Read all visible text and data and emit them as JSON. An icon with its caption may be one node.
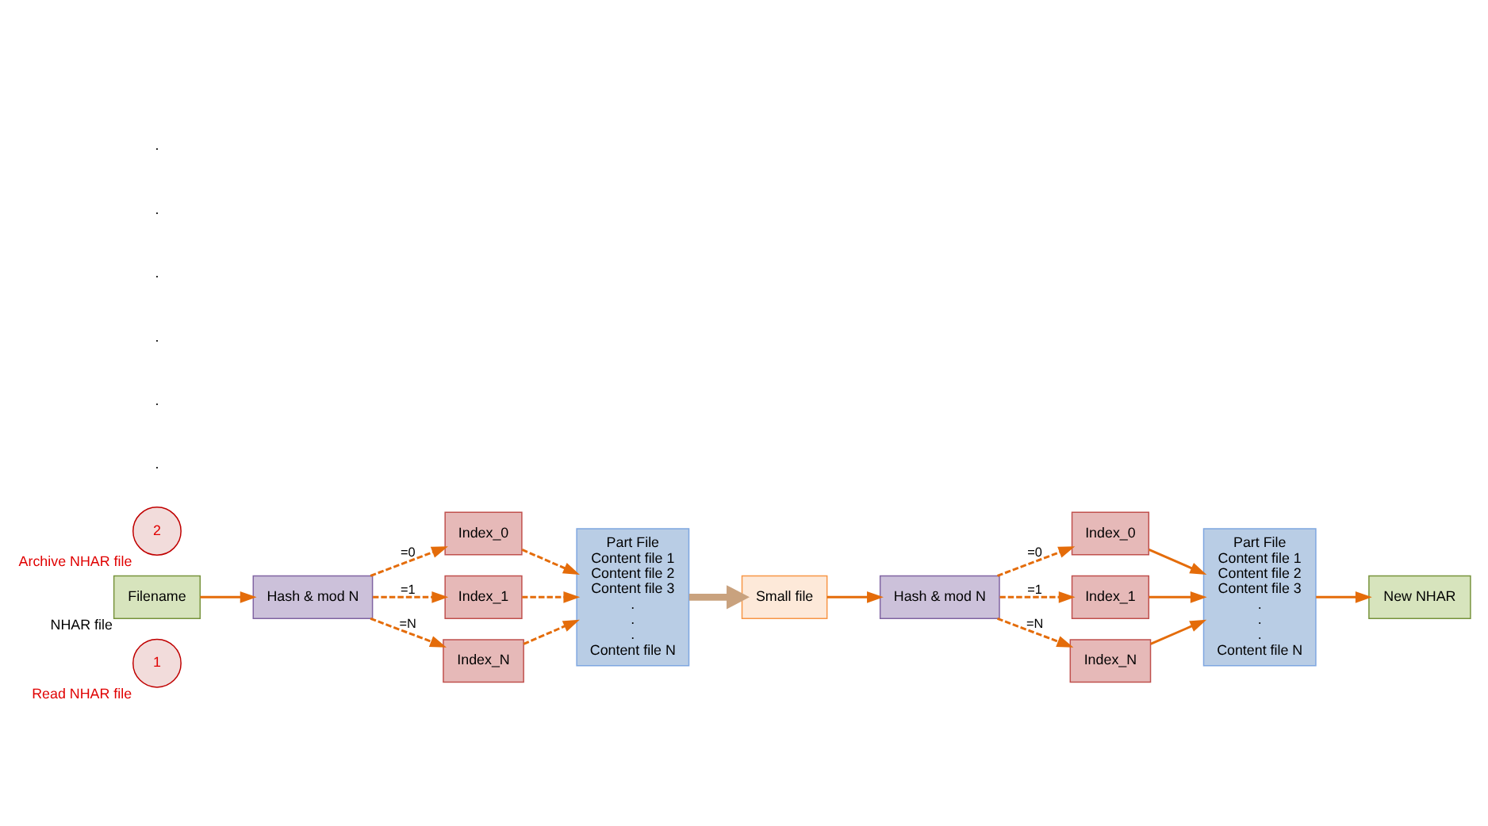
{
  "diagram": {
    "nodes": [
      {
        "text": [
          "1"
        ],
        "beside": [
          "Read NHAR file"
        ]
      },
      {
        "text": [
          "Filename"
        ],
        "beside": [
          "NHAR file"
        ]
      },
      {
        "text": [
          "Hash & mod N"
        ]
      },
      {
        "text": [
          "Index_0"
        ]
      },
      {
        "text": [
          "Index_1"
        ]
      },
      {
        "text": [
          "Index_N"
        ]
      },
      {
        "text": [
          "Part File",
          "Content file 1",
          "Content file 2",
          "Content file 3",
          ".",
          ".",
          ".",
          "Content file N"
        ]
      },
      {
        "text": [
          "Small file"
        ]
      },
      {
        "text": [
          "Hash & mod N"
        ]
      },
      {
        "text": [
          "Index_0"
        ]
      },
      {
        "text": [
          "Index_1"
        ]
      },
      {
        "text": [
          "Index_N"
        ]
      },
      {
        "text": [
          "Part File",
          "Content file 1",
          "Content file 2",
          "Content file 3",
          ".",
          ".",
          ".",
          "Content file N"
        ]
      },
      {
        "text": [
          "New NHAR"
        ]
      },
      {
        "text": [
          "2"
        ],
        "beside": [
          "Archive NHAR file"
        ]
      }
    ],
    "edges": [
      {
        "from": 1,
        "to": 2,
        "arrow": "to"
      },
      {
        "from": 2,
        "to": 3,
        "arrow": "to",
        "label": "=0",
        "style": "dashed"
      },
      {
        "from": 2,
        "to": 4,
        "arrow": "to",
        "label": "=1",
        "style": "dashed"
      },
      {
        "from": 2,
        "to": 5,
        "arrow": "to",
        "label": "=N",
        "style": "dashed"
      },
      {
        "from": 3,
        "to": 6,
        "arrow": "to",
        "style": "dashed"
      },
      {
        "from": 4,
        "to": 6,
        "arrow": "to",
        "style": "dashed"
      },
      {
        "from": 5,
        "to": 6,
        "arrow": "to",
        "style": "dashed"
      },
      {
        "from": 6,
        "to": 7,
        "arrow": "to",
        "style": "thick",
        "color": "#c9a27e"
      },
      {
        "from": 7,
        "to": 8,
        "arrow": "to"
      },
      {
        "from": 8,
        "to": 9,
        "arrow": "to",
        "label": "=0",
        "style": "dashed"
      },
      {
        "from": 8,
        "to": 10,
        "arrow": "to",
        "label": "=1",
        "style": "dashed"
      },
      {
        "from": 8,
        "to": 11,
        "arrow": "to",
        "label": "=N",
        "style": "dashed"
      },
      {
        "from": 9,
        "to": 12,
        "arrow": "to"
      },
      {
        "from": 10,
        "to": 12,
        "arrow": "to"
      },
      {
        "from": 11,
        "to": 12,
        "arrow": "to"
      },
      {
        "from": 12,
        "to": 13,
        "arrow": "to"
      }
    ],
    "labels": [
      ".",
      ".",
      ".",
      ".",
      ".",
      "."
    ]
  }
}
